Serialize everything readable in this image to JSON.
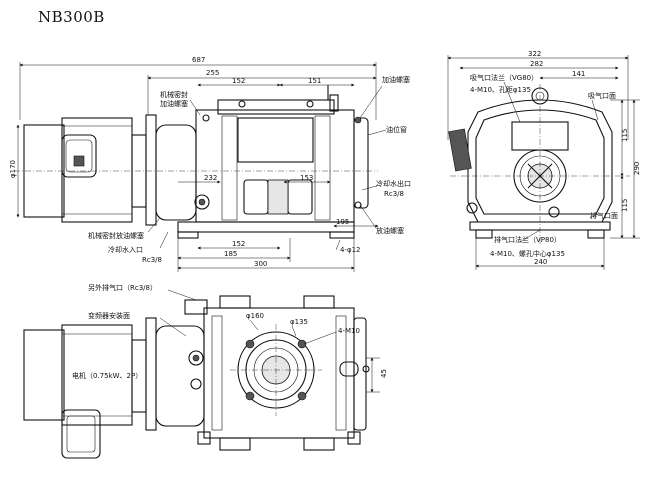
{
  "title": "NB300B",
  "front_view": {
    "dims": {
      "overall": "687",
      "d255": "255",
      "d152_top": "152",
      "d151": "151",
      "d195": "195",
      "d232": "232",
      "d153": "153",
      "d152_bottom": "152",
      "d185": "185",
      "d300": "300",
      "dia170": "φ170"
    },
    "labels": {
      "seal_oil_fill": "机械密封\n加油螺塞",
      "oil_fill_plug": "加油螺塞",
      "oil_level": "油位窗",
      "cooling_outlet": "冷却水出口",
      "rc38_outlet": "Rc3/8",
      "drain_plug": "放油螺塞",
      "holes": "4-φ12",
      "seal_drain": "机械密封放油螺塞",
      "cooling_inlet": "冷却水入口",
      "rc38_inlet": "Rc3/8"
    }
  },
  "side_view": {
    "dims": {
      "d322": "322",
      "d282": "282",
      "d141": "141",
      "d115a": "115",
      "d115b": "115",
      "d290": "290",
      "d240": "240"
    },
    "labels": {
      "inlet_flange": "吸气口法兰（VG80）",
      "inlet_holes": "4-M10、孔距φ135",
      "inlet_face": "吸气口面",
      "outlet_face": "排气口面",
      "outlet_flange": "排气口法兰（VP80）",
      "outlet_holes": "4-M10、螺孔中心φ135"
    }
  },
  "plan_view": {
    "labels": {
      "aux_exhaust": "另外排气口（Rc3/8）",
      "vfd_plate": "变频器安装面",
      "motor": "电机（0.75kW、2P）",
      "dia160": "φ160",
      "dia135": "φ135",
      "m10": "4-M10",
      "d45": "45"
    }
  }
}
